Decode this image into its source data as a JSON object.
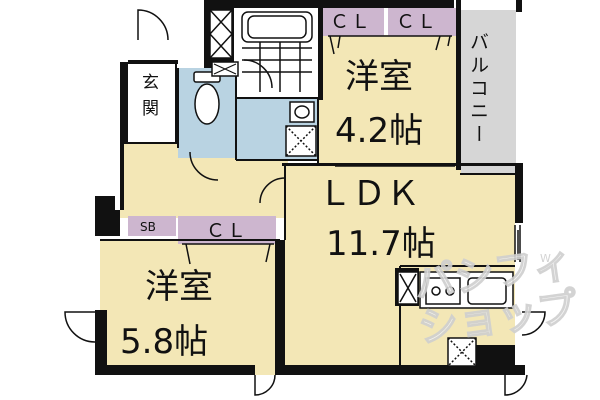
{
  "floor_plan": {
    "rooms": {
      "bedroom_top": {
        "name": "洋室",
        "size": "4.2帖"
      },
      "ldk": {
        "name": "ＬＤＫ",
        "size": "11.7帖"
      },
      "bedroom_left": {
        "name": "洋室",
        "size": "5.8帖"
      },
      "entrance": {
        "name_line1": "玄",
        "name_line2": "関"
      },
      "balcony": {
        "name": "バルコニー"
      }
    },
    "storage": {
      "closet_top_1": "ＣＬ",
      "closet_top_2": "ＣＬ",
      "closet_left": "ＣＬ",
      "shoe_box": "SB"
    },
    "watermark": {
      "text_top": "パシフィ",
      "text_bottom": "ショップ",
      "small": "W"
    },
    "colors": {
      "room_fill": "#f3e7b6",
      "wet_area_fill": "#b9d3e2",
      "closet_fill": "#cdb6cf",
      "balcony_fill": "#d6d6d6",
      "wall": "#111111"
    }
  }
}
